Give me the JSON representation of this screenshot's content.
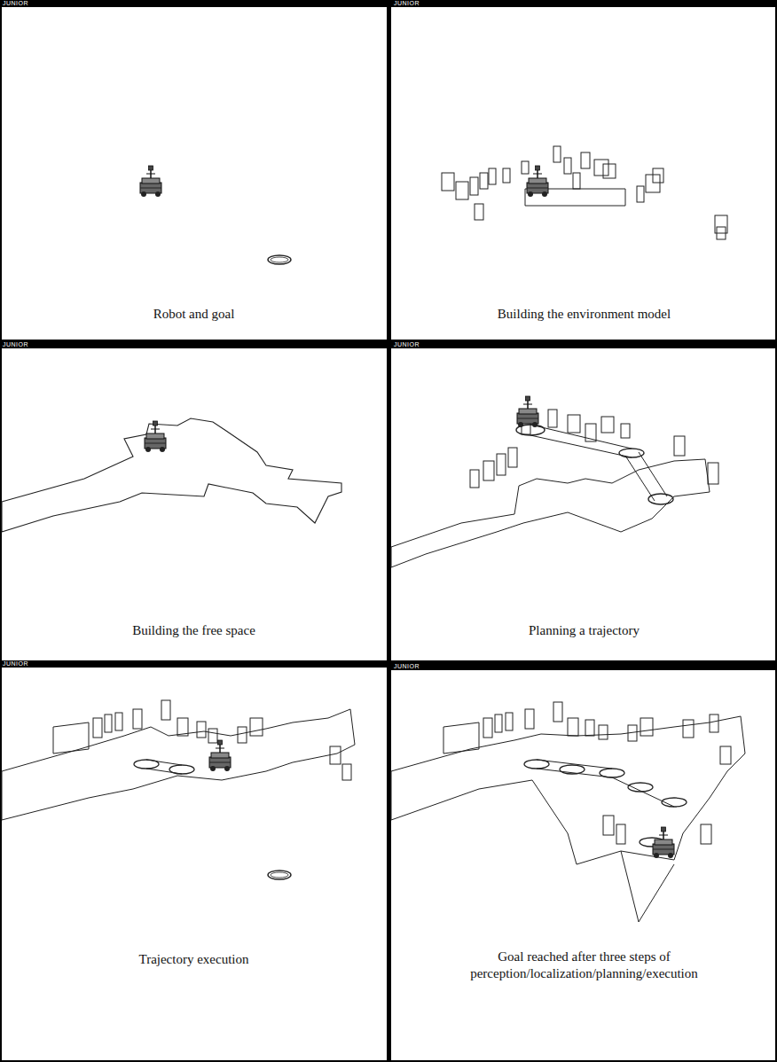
{
  "diagram": {
    "nodes": [
      {
        "text": [
          "JUNIOR",
          "Robot and goal"
        ]
      },
      {
        "text": [
          "JUNIOR",
          "Building the environment model"
        ]
      },
      {
        "text": [
          "JUNIOR",
          "Building the free space"
        ]
      },
      {
        "text": [
          "JUNIOR",
          "Planning a trajectory"
        ]
      },
      {
        "text": [
          "JUNIOR",
          "Trajectory execution"
        ]
      },
      {
        "text": [
          "JUNIOR",
          "Goal reached after three steps of perception/localization/planning/execution"
        ]
      }
    ]
  }
}
